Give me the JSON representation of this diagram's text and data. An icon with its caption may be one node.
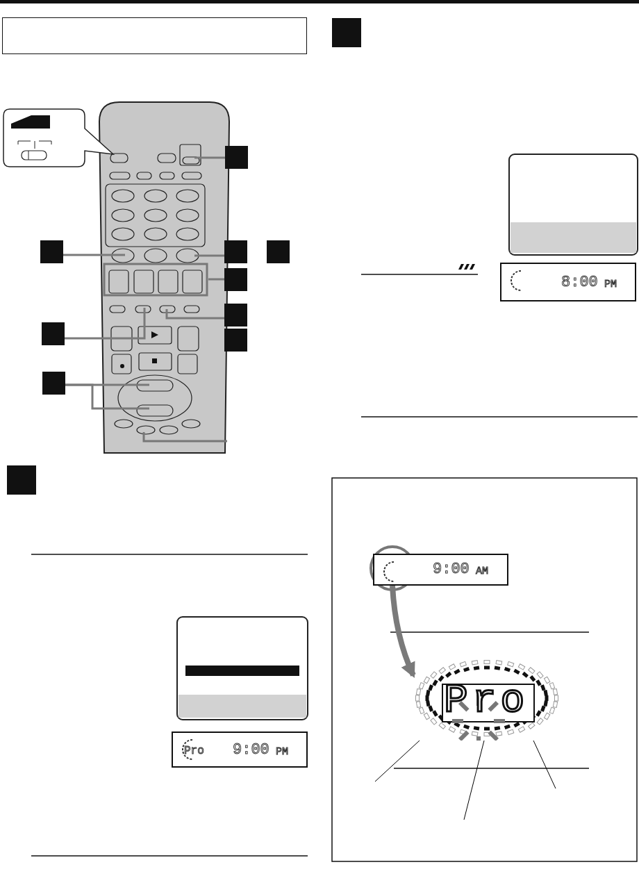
{
  "diagram": {
    "nodes": [
      {
        "text": [],
        "shape": "square"
      },
      {
        "text": [],
        "shape": "square"
      },
      {
        "text": [],
        "shape": "square"
      },
      {
        "text": [],
        "shape": "square"
      },
      {
        "text": [],
        "shape": "square"
      },
      {
        "text": [],
        "shape": "square"
      },
      {
        "text": [],
        "shape": "square"
      },
      {
        "text": [],
        "shape": "square"
      },
      {
        "text": [],
        "shape": "square"
      },
      {
        "text": [],
        "shape": "square"
      },
      {
        "text": [],
        "shape": "square"
      },
      {
        "text": [
          "8:00",
          "PM"
        ]
      },
      {
        "text": [
          "Pro",
          "9:00",
          "PM"
        ]
      },
      {
        "text": [
          "9:00",
          "AM"
        ]
      },
      {
        "text": [
          "Pro"
        ]
      },
      {
        "text": [],
        "shape": "box"
      }
    ],
    "edges": [
      {
        "from": 1,
        "to": null,
        "arrow": "none"
      },
      {
        "from": 2,
        "to": null,
        "arrow": "none"
      },
      {
        "from": 3,
        "to": null,
        "arrow": "none"
      },
      {
        "from": 5,
        "to": null,
        "arrow": "none"
      },
      {
        "from": 6,
        "to": null,
        "arrow": "none"
      },
      {
        "from": 7,
        "to": null,
        "arrow": "none"
      },
      {
        "from": 9,
        "to": null,
        "arrow": "none"
      },
      {
        "from": 9,
        "to": null,
        "arrow": "none"
      },
      {
        "from": 13,
        "to": 14,
        "arrow": "to",
        "style": "thick"
      },
      {
        "from": null,
        "to": 14,
        "arrow": "none",
        "color": "#000000"
      },
      {
        "from": null,
        "to": 14,
        "arrow": "none",
        "color": "#000000"
      },
      {
        "from": null,
        "to": 14,
        "arrow": "none",
        "color": "#000000"
      }
    ]
  }
}
